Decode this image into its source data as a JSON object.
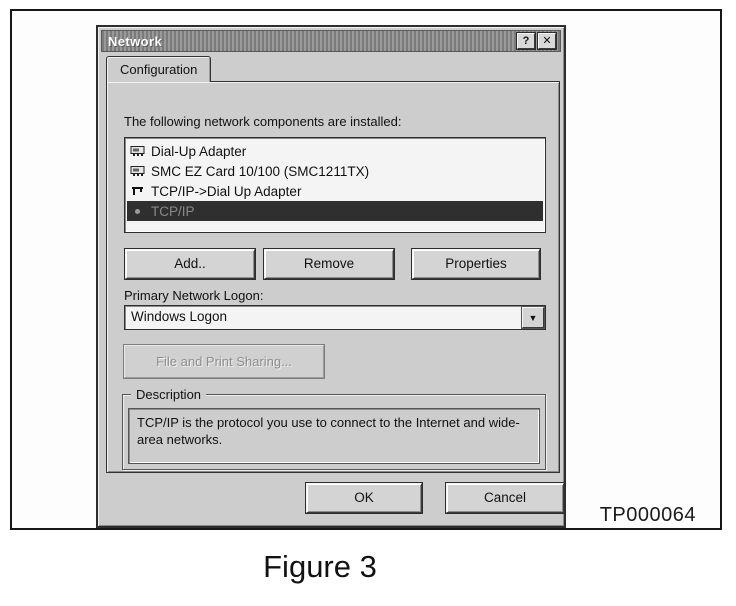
{
  "window": {
    "title": "Network",
    "tab": "Configuration",
    "intro": "The following network components are installed:",
    "components": [
      {
        "label": "Dial-Up Adapter",
        "icon": "network-adapter-icon",
        "selected": false
      },
      {
        "label": "SMC EZ Card 10/100 (SMC1211TX)",
        "icon": "network-adapter-icon",
        "selected": false
      },
      {
        "label": "TCP/IP->Dial Up Adapter",
        "icon": "tcp-protocol-icon",
        "selected": false
      },
      {
        "label": "TCP/IP",
        "icon": "selected-dot-icon",
        "selected": true
      }
    ],
    "add_label": "Add..",
    "remove_label": "Remove",
    "properties_label": "Properties",
    "logon_label": "Primary Network Logon:",
    "logon_value": "Windows Logon",
    "sharing_label": "File and Print Sharing...",
    "description_title": "Description",
    "description_text": "TCP/IP is the protocol you use to connect to the Internet and wide-area networks.",
    "ok_label": "OK",
    "cancel_label": "Cancel",
    "icons": {
      "help_glyph": "?",
      "close_glyph": "✕",
      "dropdown_glyph": "▼"
    }
  },
  "figure": {
    "ref_code": "TP000064",
    "caption": "Figure 3"
  },
  "colors": {
    "dialog_bg": "#cdcdcd",
    "titlebar_bg": "#8f8f8f",
    "selection_bg": "#2f2f2f"
  }
}
